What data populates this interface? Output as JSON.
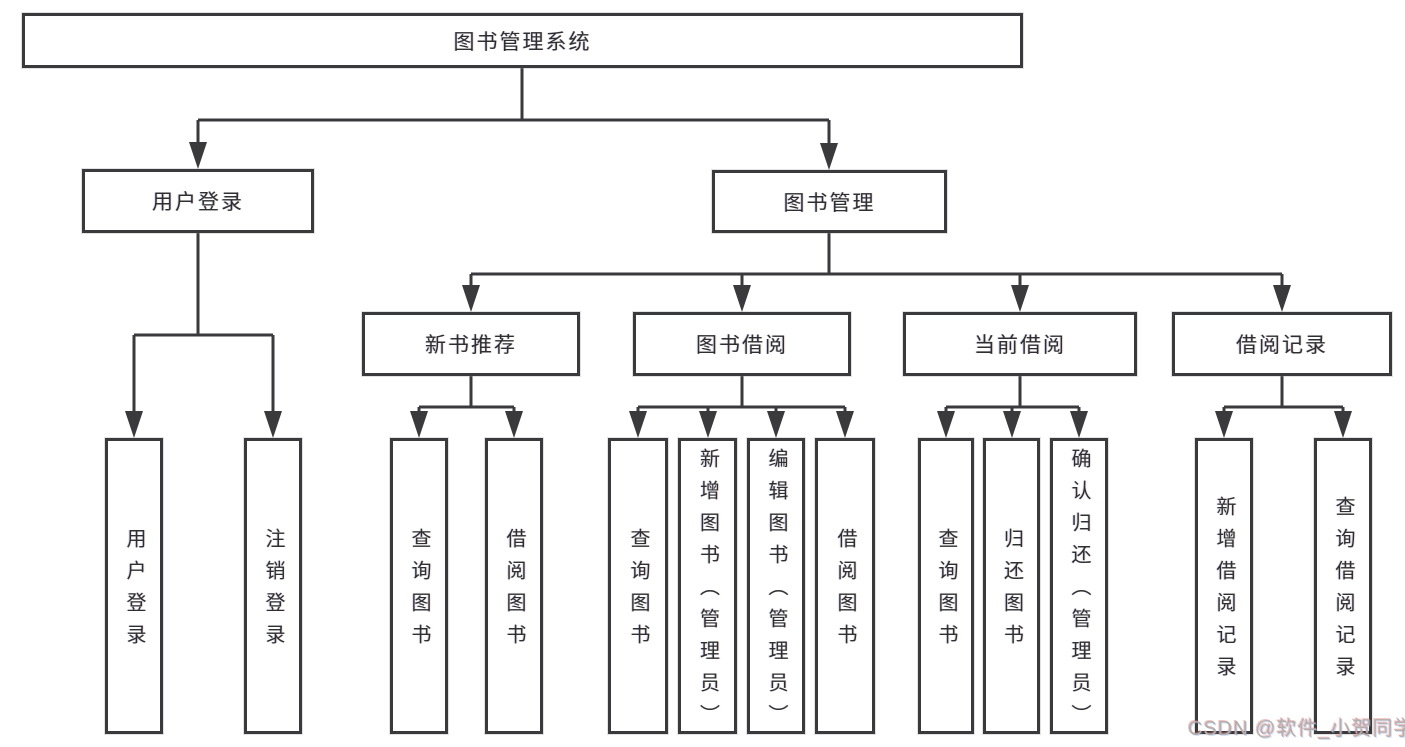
{
  "diagram": {
    "type": "tree",
    "root": {
      "label": "图书管理系统",
      "children": [
        {
          "label": "用户登录",
          "children": [
            {
              "label": "用户登录"
            },
            {
              "label": "注销登录"
            }
          ]
        },
        {
          "label": "图书管理",
          "children": [
            {
              "label": "新书推荐",
              "children": [
                {
                  "label": "查询图书"
                },
                {
                  "label": "借阅图书"
                }
              ]
            },
            {
              "label": "图书借阅",
              "children": [
                {
                  "label": "查询图书"
                },
                {
                  "label": "新增图书（管理员）"
                },
                {
                  "label": "编辑图书（管理员）"
                },
                {
                  "label": "借阅图书"
                }
              ]
            },
            {
              "label": "当前借阅",
              "children": [
                {
                  "label": "查询图书"
                },
                {
                  "label": "归还图书"
                },
                {
                  "label": "确认归还（管理员）"
                }
              ]
            },
            {
              "label": "借阅记录",
              "children": [
                {
                  "label": "新增借阅记录"
                },
                {
                  "label": "查询借阅记录"
                }
              ]
            }
          ]
        }
      ]
    },
    "colors": {
      "line": "#3a3a3c",
      "box_border": "#3a3a3c",
      "box_fill": "#ffffff",
      "text": "#2f2f31"
    }
  },
  "watermark": {
    "text": "CSDN @软件_小贺同学",
    "color": "#b1b0af"
  }
}
